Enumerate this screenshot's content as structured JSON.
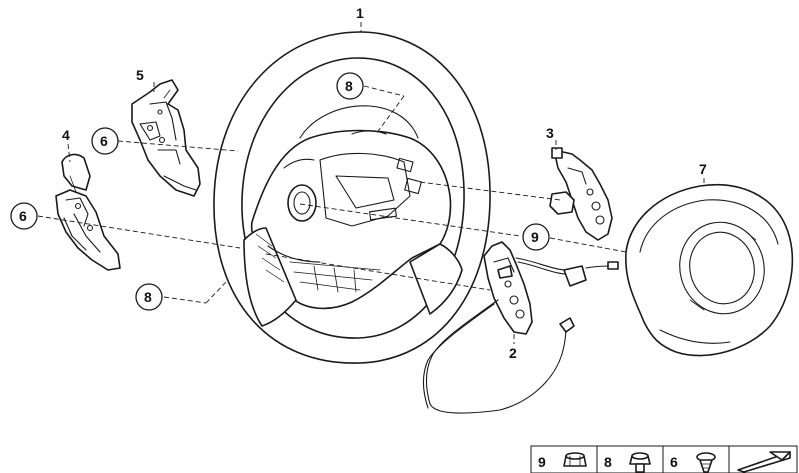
{
  "diagram": {
    "callouts": [
      {
        "id": "c1",
        "label": "1"
      },
      {
        "id": "c2",
        "label": "2"
      },
      {
        "id": "c3",
        "label": "3"
      },
      {
        "id": "c4",
        "label": "4"
      },
      {
        "id": "c5",
        "label": "5"
      },
      {
        "id": "c6a",
        "label": "6"
      },
      {
        "id": "c6b",
        "label": "6"
      },
      {
        "id": "c7",
        "label": "7"
      },
      {
        "id": "c8a",
        "label": "8"
      },
      {
        "id": "c8b",
        "label": "8"
      },
      {
        "id": "c9",
        "label": "9"
      }
    ],
    "legend": {
      "items": [
        {
          "label": "9",
          "icon": "nut-icon"
        },
        {
          "label": "8",
          "icon": "bolt-icon"
        },
        {
          "label": "6",
          "icon": "screw-icon"
        }
      ],
      "arrow_icon": "arrow-box-icon"
    }
  }
}
